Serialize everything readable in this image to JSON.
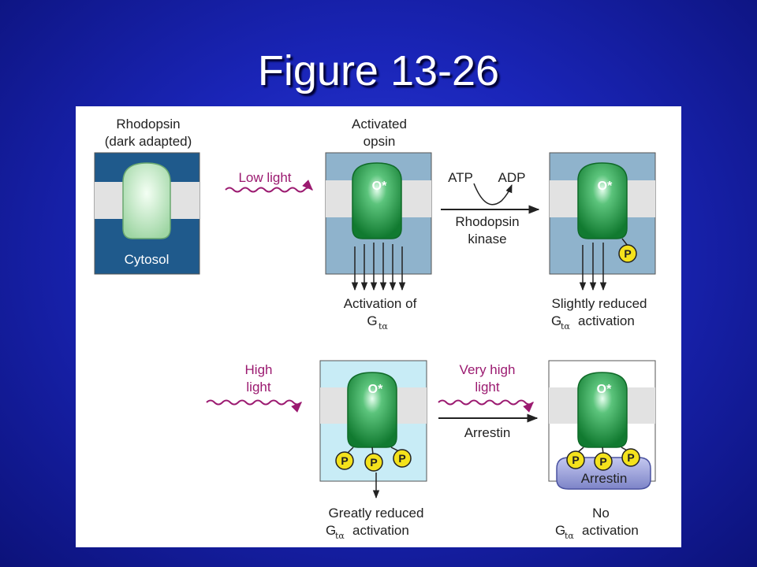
{
  "title": "Figure 13-26",
  "labels": {
    "rhodopsin_l1": "Rhodopsin",
    "rhodopsin_l2": "(dark adapted)",
    "cytosol": "Cytosol",
    "activated_l1": "Activated",
    "activated_l2": "opsin",
    "low_light": "Low light",
    "atp": "ATP",
    "adp": "ADP",
    "kinase_l1": "Rhodopsin",
    "kinase_l2": "kinase",
    "activation_of": "Activation of",
    "g_letter": "G",
    "g_sub": "tα",
    "slightly_reduced": "Slightly reduced",
    "activation": "activation",
    "high_l1": "High",
    "high_l2": "light",
    "very_high_l1": "Very high",
    "very_high_l2": "light",
    "arrestin_step": "Arrestin",
    "greatly_reduced": "Greatly reduced",
    "no": "No",
    "o_star": "O*",
    "p": "P",
    "arrestin_protein": "Arrestin"
  },
  "colors": {
    "membrane_dark": "#1f5a8c",
    "membrane_mid": "#8fb3cc",
    "membrane_light": "#c8ecf6",
    "bilayer": "#e2e2e2",
    "opsin_green": "#1a8c3c",
    "rhodopsin_green": "#a8dca8",
    "phosphate_yellow": "#f4e21c",
    "arrestin_purple": "#9aa0d8",
    "wavy_magenta": "#9b1a70"
  }
}
